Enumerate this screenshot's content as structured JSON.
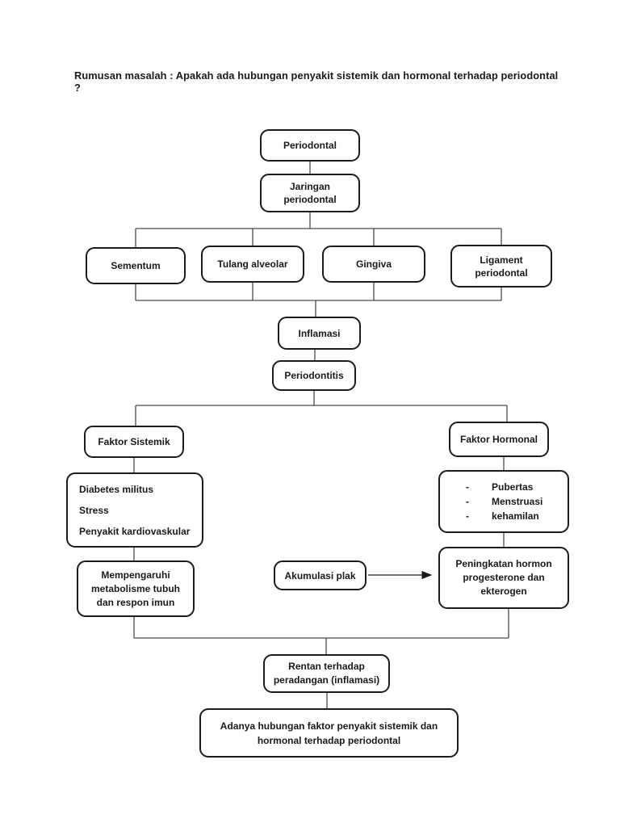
{
  "title": "Rumusan masalah : Apakah ada hubungan penyakit sistemik dan hormonal terhadap periodontal ?",
  "colors": {
    "background": "#ffffff",
    "box_border": "#1c1c1c",
    "connector": "#4a4a4a",
    "text": "#1a1a1a"
  },
  "bullet": "-",
  "nodes": {
    "periodontal": {
      "label": "Periodontal"
    },
    "jaringan_periodontal": {
      "line1": "Jaringan",
      "line2": "periodontal"
    },
    "sementum": {
      "label": "Sementum"
    },
    "tulang_alveolar": {
      "label": "Tulang alveolar"
    },
    "gingiva": {
      "label": "Gingiva"
    },
    "ligament_periodontal": {
      "line1": "Ligament",
      "line2": "periodontal"
    },
    "inflamasi": {
      "label": "Inflamasi"
    },
    "periodontitis": {
      "label": "Periodontitis"
    },
    "faktor_sistemik": {
      "label": "Faktor Sistemik"
    },
    "faktor_hormonal": {
      "label": "Faktor Hormonal"
    },
    "sistemik_examples": {
      "lines": [
        "Diabetes militus",
        "Stress",
        "Penyakit kardiovaskular"
      ]
    },
    "hormonal_examples": {
      "items": [
        "Pubertas",
        "Menstruasi",
        "kehamilan"
      ]
    },
    "mempengaruhi": {
      "lines": [
        "Mempengaruhi",
        "metabolisme tubuh",
        "dan respon imun"
      ]
    },
    "akumulasi_plak": {
      "label": "Akumulasi plak"
    },
    "peningkatan_hormon": {
      "lines": [
        "Peningkatan hormon",
        "progesterone dan",
        "ekterogen"
      ]
    },
    "rentan": {
      "lines": [
        "Rentan terhadap",
        "peradangan (inflamasi)"
      ]
    },
    "kesimpulan": {
      "lines": [
        "Adanya hubungan faktor penyakit sistemik dan",
        "hormonal terhadap periodontal"
      ]
    }
  }
}
